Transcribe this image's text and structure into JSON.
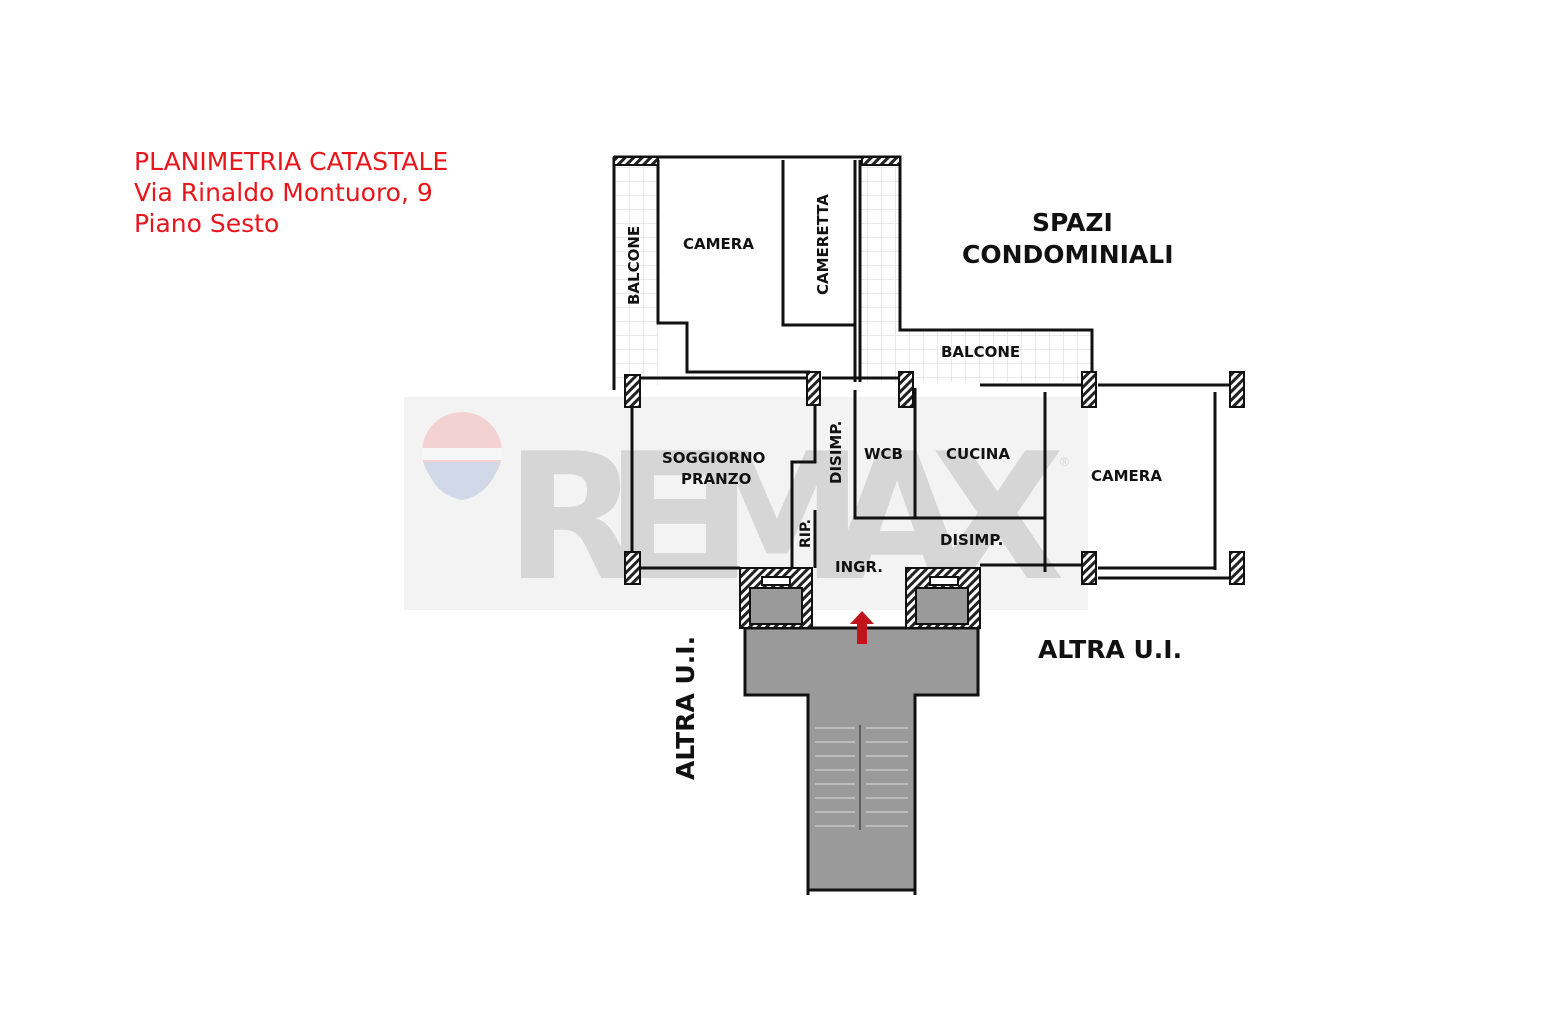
{
  "header": {
    "line1": "PLANIMETRIA CATASTALE",
    "line2": "Via Rinaldo Montuoro, 9",
    "line3": "Piano Sesto",
    "color": "#e8161b"
  },
  "watermark": {
    "text": "REMAX",
    "registered": "®"
  },
  "rooms": {
    "balcone_left": "BALCONE",
    "camera_top": "CAMERA",
    "cameretta": "CAMERETTA",
    "balcone_right": "BALCONE",
    "soggiorno_1": "SOGGIORNO",
    "soggiorno_2": "PRANZO",
    "disimp_vertical": "DISIMP.",
    "wcb": "WCB",
    "cucina": "CUCINA",
    "camera_right": "CAMERA",
    "rip": "RIP.",
    "ingr": "INGR.",
    "disimp_horizontal": "DISIMP."
  },
  "surroundings": {
    "spazi_1": "SPAZI",
    "spazi_2": "CONDOMINIALI",
    "altra_right": "ALTRA U.I.",
    "altra_left": "ALTRA U.I."
  },
  "colors": {
    "wall": "#111111",
    "common_area": "#9a9a9a",
    "entry_arrow": "#c0141a",
    "tile_grid": "#e2e2e2"
  }
}
